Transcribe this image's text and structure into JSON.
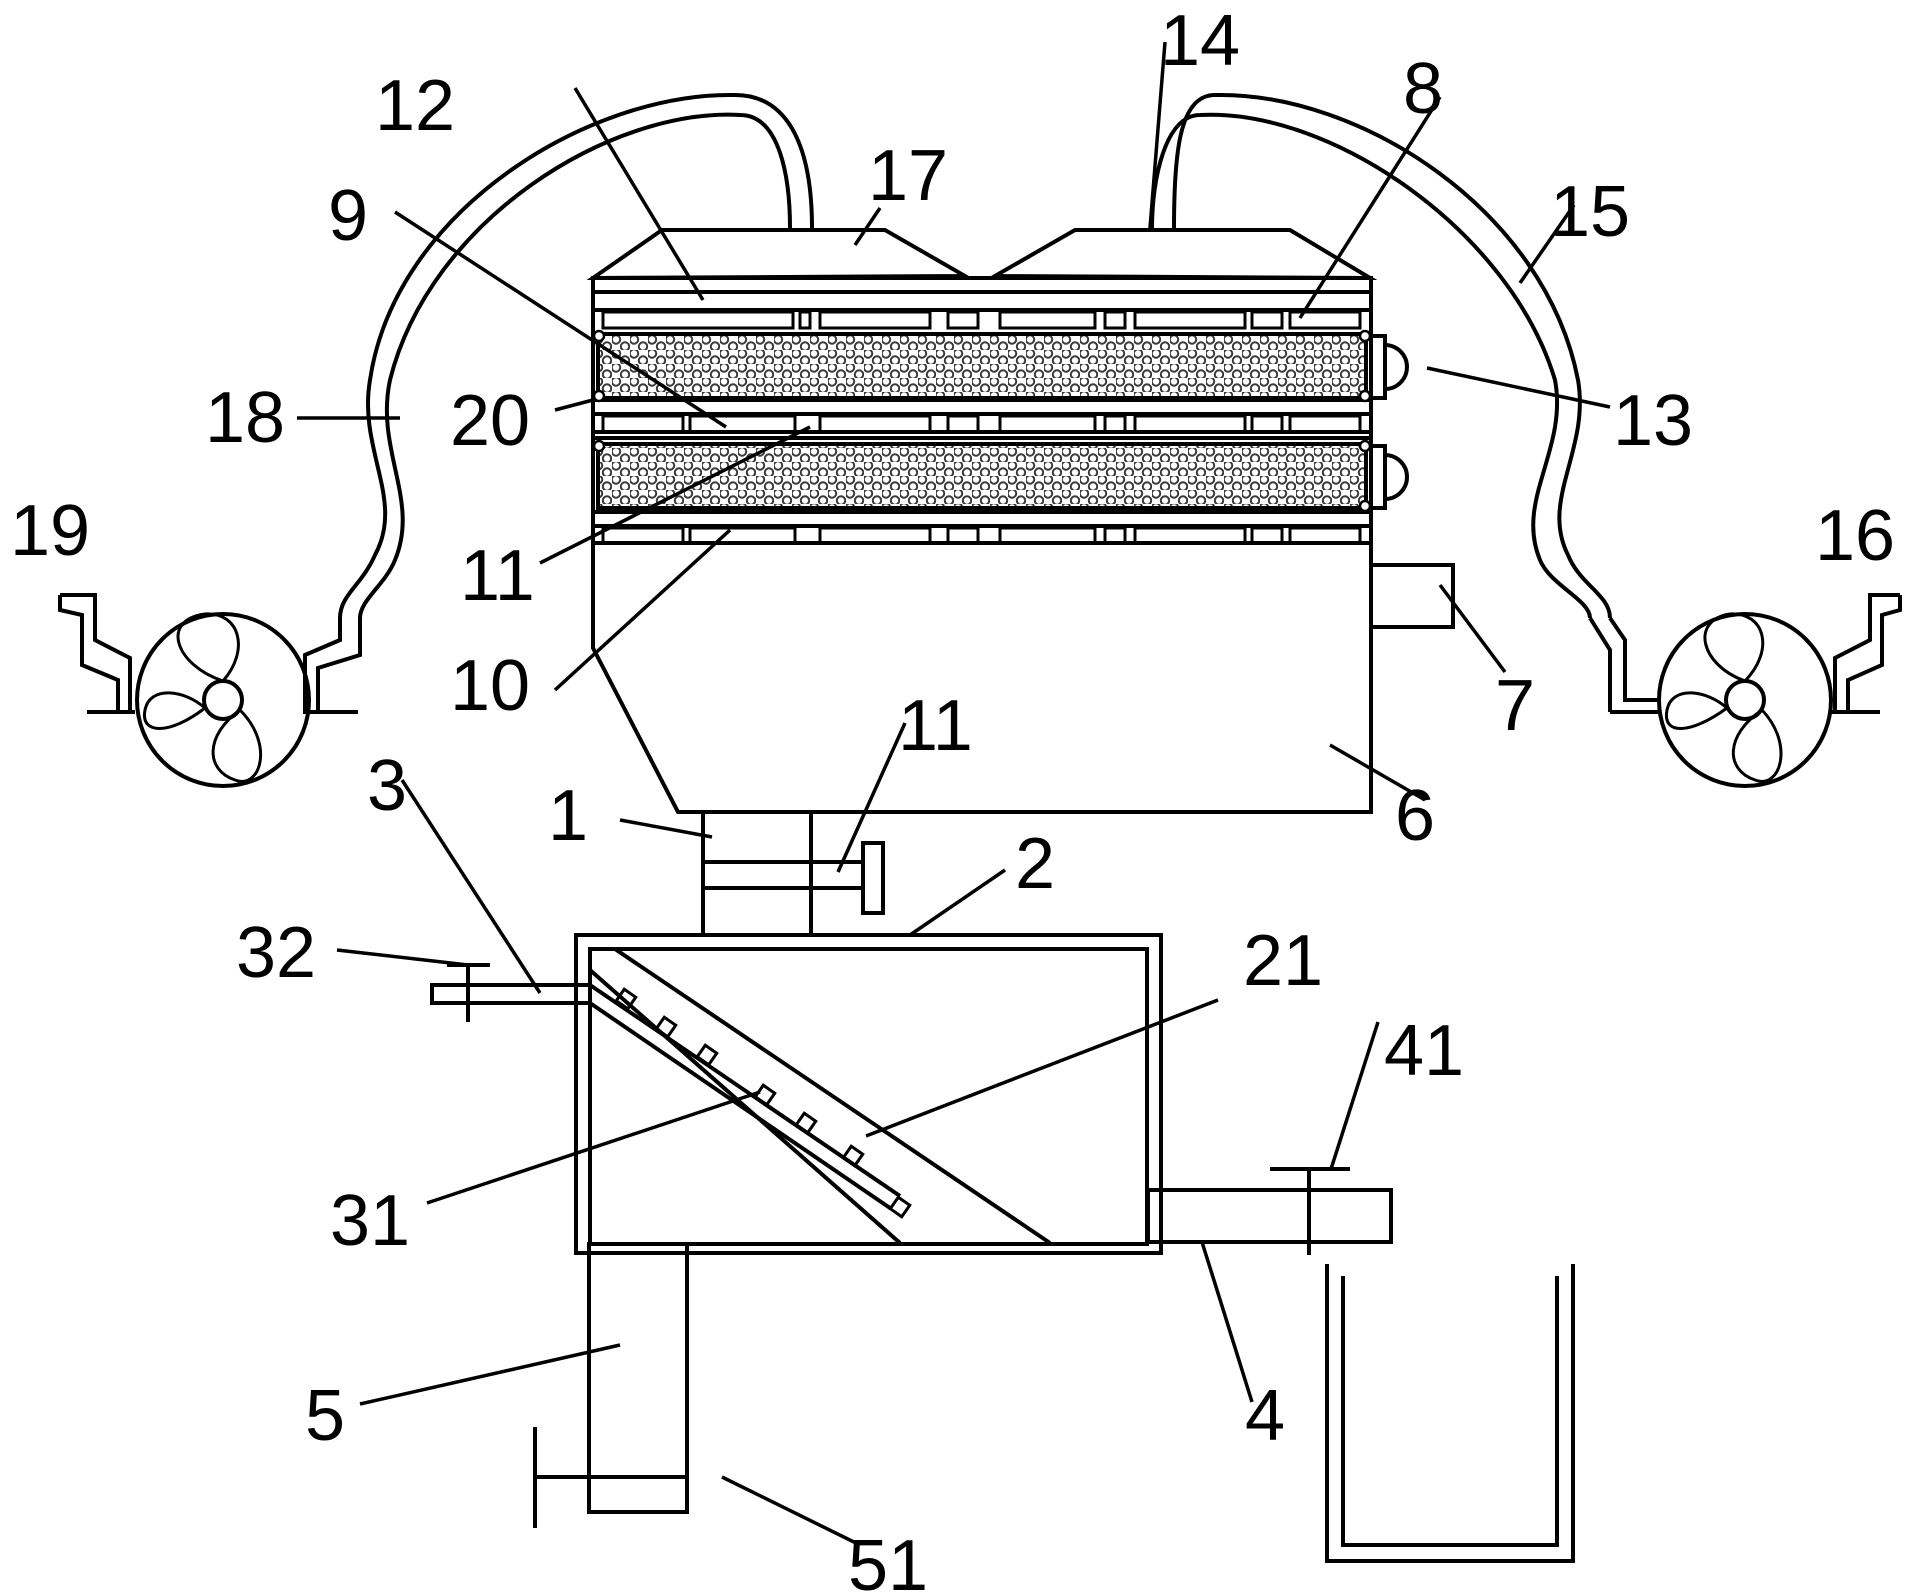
{
  "labels": {
    "l1": "1",
    "l2": "2",
    "l3": "3",
    "l4": "4",
    "l5": "5",
    "l6": "6",
    "l7": "7",
    "l8": "8",
    "l9": "9",
    "l10": "10",
    "l11a": "11",
    "l11b": "11",
    "l12": "12",
    "l13": "13",
    "l14": "14",
    "l15": "15",
    "l16": "16",
    "l17": "17",
    "l18": "18",
    "l19": "19",
    "l20": "20",
    "l21": "21",
    "l31": "31",
    "l32": "32",
    "l41": "41",
    "l51": "51"
  },
  "colors": {
    "line": "#000000",
    "filter": "#4a4a4a",
    "background": "#ffffff"
  }
}
